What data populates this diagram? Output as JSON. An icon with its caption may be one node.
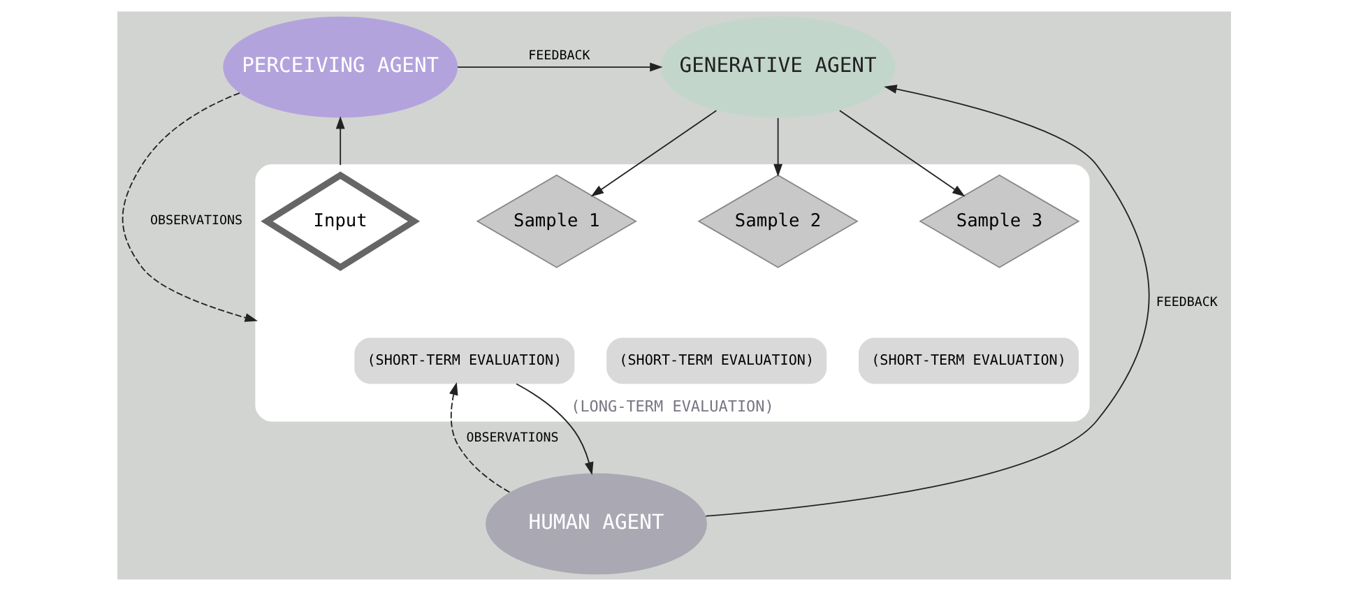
{
  "diagram": {
    "nodes": [
      {
        "text": [
          "PERCEIVING AGENT"
        ]
      },
      {
        "text": [
          "GENERATIVE AGENT"
        ]
      },
      {
        "text": [
          "(LONG-TERM EVALUATION)"
        ]
      },
      {
        "text": [
          "Input"
        ],
        "in": 2
      },
      {
        "text": [
          "Sample 1"
        ],
        "in": 2
      },
      {
        "text": [
          "Sample 2"
        ],
        "in": 2
      },
      {
        "text": [
          "Sample 3"
        ],
        "in": 2
      },
      {
        "text": [
          "(SHORT-TERM EVALUATION)"
        ],
        "in": 2
      },
      {
        "text": [
          "(SHORT-TERM EVALUATION)"
        ],
        "in": 2
      },
      {
        "text": [
          "(SHORT-TERM EVALUATION)"
        ],
        "in": 2
      },
      {
        "text": [
          "HUMAN AGENT"
        ]
      }
    ],
    "edges": [
      {
        "from": 0,
        "to": 1,
        "arrow": "to",
        "label": "FEEDBACK"
      },
      {
        "from": 1,
        "to": 4,
        "arrow": "to"
      },
      {
        "from": 1,
        "to": 5,
        "arrow": "to"
      },
      {
        "from": 1,
        "to": 6,
        "arrow": "to"
      },
      {
        "from": 0,
        "to": 2,
        "arrow": "to",
        "style": "dashed",
        "label": "OBSERVATIONS"
      },
      {
        "from": 2,
        "to": 0,
        "arrow": "to"
      },
      {
        "from": 7,
        "to": 10,
        "arrow": "to"
      },
      {
        "from": 10,
        "to": 7,
        "arrow": "to",
        "style": "dashed",
        "label": "OBSERVATIONS"
      },
      {
        "from": 10,
        "to": 1,
        "arrow": "to",
        "label": "FEEDBACK"
      }
    ]
  }
}
